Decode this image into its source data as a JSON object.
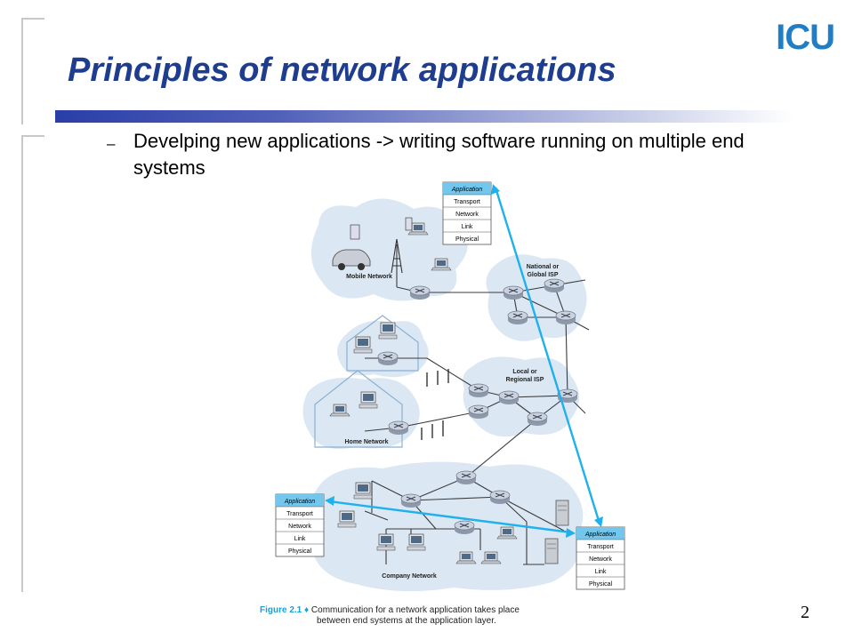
{
  "logo_text": "ICU",
  "title": "Principles of network applications",
  "bullet": {
    "marker": "–",
    "text": "Develping new applications -> writing software running on multiple end systems"
  },
  "page_number": "2",
  "figure": {
    "caption_label": "Figure 2.1",
    "caption_marker": "♦",
    "caption_line1": "Communication for a network application takes place",
    "caption_line2": "between end systems at the application layer.",
    "regions": {
      "mobile": "Mobile Network",
      "national_isp_1": "National or",
      "national_isp_2": "Global ISP",
      "local_isp_1": "Local or",
      "local_isp_2": "Regional ISP",
      "home": "Home Network",
      "company": "Company Network"
    },
    "protocol_stack": [
      "Application",
      "Transport",
      "Network",
      "Link",
      "Physical"
    ],
    "colors": {
      "cloud": "#dbe7f3",
      "stack_header": "#74c7ec",
      "arrow": "#1fb1ec",
      "router": "#a8b4c4"
    }
  }
}
